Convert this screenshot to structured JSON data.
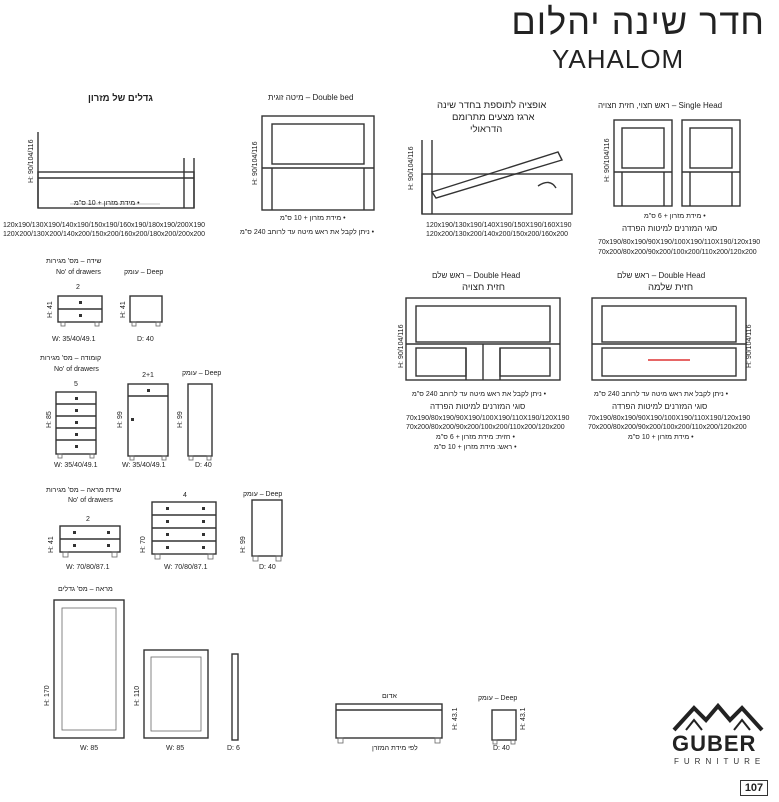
{
  "header": {
    "title_he": "חדר שינה יהלום",
    "title_en": "YAHALOM"
  },
  "mattress": {
    "title": "גדלים של מזרון",
    "height": "H: 90/104/116",
    "note": "• מידת מזרון + 10 ס\"מ",
    "sizes_row1": "120x190/130X190/140x190/150x190/160x190/180x190/200X190",
    "sizes_row2": "120X200/130X200/140x200/150x200/160x200/180x200/200x200"
  },
  "double_bed": {
    "title": "Double bed – מיטה זוגית",
    "height": "H: 90/104/116",
    "note1": "• מידת מזרון + 10 ס\"מ",
    "note2": "• ניתן לקבל את ראש מיטה עד לרוחב 240 ס\"מ"
  },
  "storage_option": {
    "title_line1": "אופציה לתוספת בחדר שינה",
    "title_line2": "ארגז מצעים מתרומם",
    "title_line3": "הדראולי",
    "height": "H: 90/104/116",
    "sizes_row1": "120x190/130x190/140X190/150X190/160X190",
    "sizes_row2": "120x200/130x200/140x200/150x200/160x200"
  },
  "single_head": {
    "title": "Single Head – ראש חצוי, חזית חצויה",
    "height": "H: 90/104/116",
    "note1": "• מידת מזרון + 6 ס\"מ",
    "note2": "סוגי המזרנים למיטות הפרדה",
    "sizes_row1": "70x190/80x190/90X190/100X190/110X190/120x190",
    "sizes_row2": "70x200/80x200/90x200/100x200/110x200/120x200"
  },
  "double_head_split": {
    "title_line1": "Double Head – ראש שלם",
    "title_line2": "חזית חצויה",
    "height": "H: 90/104/116",
    "note1": "• ניתן לקבל את ראש מיטה עד לרוחב 240 ס\"מ",
    "note2": "סוגי המזרנים למיטות הפרדה",
    "sizes_row1": "70x190/80x190/90X190/100X190/110X190/120X190",
    "sizes_row2": "70x200/80x200/90x200/100x200/110x200/120x200",
    "note3": "• חזית: מידת מזרון + 6 ס\"מ",
    "note4": "• ראש: מידת מזרון + 10 ס\"מ"
  },
  "double_head_full": {
    "title_line1": "Double Head – ראש שלם",
    "title_line2": "חזית שלמה",
    "height": "H: 90/104/116",
    "note1": "• ניתן לקבל את ראש מיטה עד לרוחב 240 ס\"מ",
    "note2": "סוגי המזרנים למיטות הפרדה",
    "sizes_row1": "70x190/80x190/90X190/100X190/110X190/120x190",
    "sizes_row2": "70x200/80x200/90x200/100x200/110x200/120x200",
    "note3": "• מידת מזרון + 10 ס\"מ"
  },
  "nightstand": {
    "title_he": "שידה – מס' מגירות",
    "title_en": "No' of drawers",
    "deep_label": "Deep – עומק",
    "drawer_count": "2",
    "h": "H: 41",
    "w": "W: 35/40/49.1",
    "d": "D: 40",
    "h_side": "H: 41"
  },
  "chest": {
    "title_he": "קומודה – מס' מגירות",
    "title_en": "No' of drawers",
    "deep_label": "Deep – עומק",
    "drawer_count": "5",
    "door_count": "2+1",
    "h": "H: 85",
    "h2": "H: 99",
    "h3": "H: 99",
    "w": "W: 35/40/49.1",
    "w2": "W: 35/40/49.1",
    "d": "D: 40"
  },
  "dresser": {
    "title_he": "שידת מראה – מס' מגירות",
    "title_en": "No' of drawers",
    "deep_label": "Deep – עומק",
    "count_a": "2",
    "count_b": "4",
    "h": "H: 41",
    "h2": "H: 70",
    "h3": "H: 99",
    "w": "W: 70/80/87.1",
    "w2": "W: 70/80/87.1",
    "d": "D: 40"
  },
  "mirror": {
    "title": "מראה – מס' גדלים",
    "h1": "H: 170",
    "w1": "W: 85",
    "h2": "H: 110",
    "w2": "W: 85",
    "d": "D: 6"
  },
  "bench": {
    "title": "אדום",
    "deep_label": "Deep – עומק",
    "h": "H: 43.1",
    "h2": "H: 43.1",
    "w": "לפי מידת המזרן",
    "d": "D: 40"
  },
  "brand": {
    "name": "GUBER",
    "sub": "FURNITURE",
    "page": "107"
  }
}
